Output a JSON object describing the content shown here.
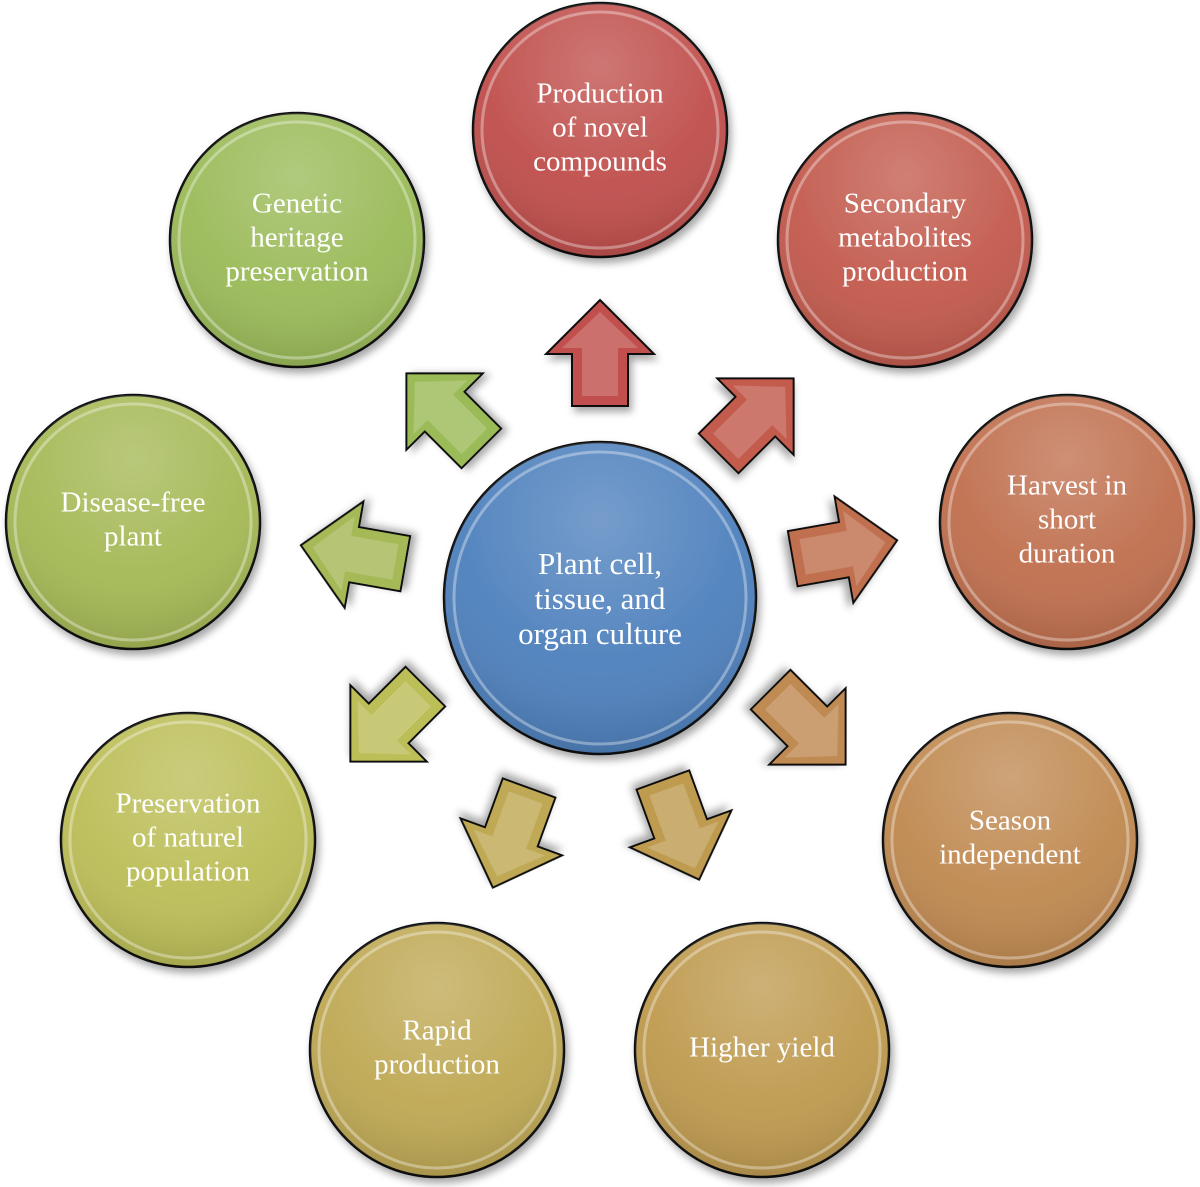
{
  "diagram": {
    "center": {
      "lines": [
        "Plant cell,",
        "tissue, and",
        "organ culture"
      ],
      "color": "#4f81bd"
    },
    "nodes": [
      {
        "id": "novel-compounds",
        "lines": [
          "Production",
          "of novel",
          "compounds"
        ],
        "color": "#c0504d"
      },
      {
        "id": "secondary-metabolites",
        "lines": [
          "Secondary",
          "metabolites",
          "production"
        ],
        "color": "#c35b4e"
      },
      {
        "id": "harvest-short",
        "lines": [
          "Harvest in",
          "short",
          "duration"
        ],
        "color": "#c0704f"
      },
      {
        "id": "season-independent",
        "lines": [
          "Season",
          "independent"
        ],
        "color": "#c08a52"
      },
      {
        "id": "higher-yield",
        "lines": [
          "Higher yield"
        ],
        "color": "#bf9b50"
      },
      {
        "id": "rapid-production",
        "lines": [
          "Rapid",
          "production"
        ],
        "color": "#bfa955"
      },
      {
        "id": "natural-population",
        "lines": [
          "Preservation",
          "of naturel",
          "population"
        ],
        "color": "#bcbe58"
      },
      {
        "id": "disease-free",
        "lines": [
          "Disease-free",
          "plant"
        ],
        "color": "#a5b956"
      },
      {
        "id": "genetic-heritage",
        "lines": [
          "Genetic",
          "heritage",
          "preservation"
        ],
        "color": "#9bbb59"
      }
    ]
  }
}
